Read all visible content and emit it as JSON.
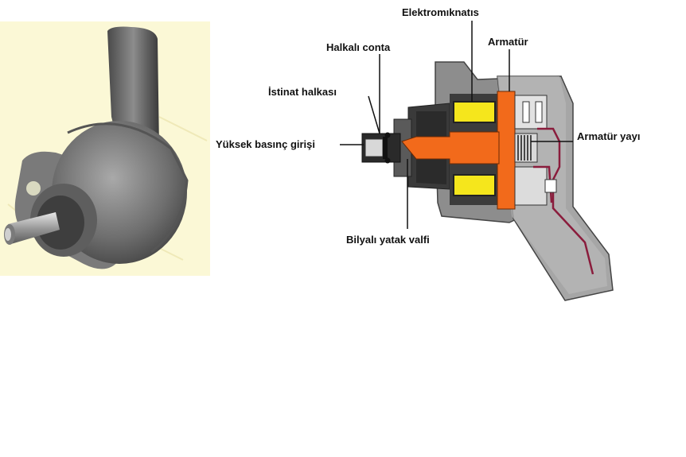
{
  "labels": {
    "electromagnet": "Elektromıknatıs",
    "ring_seal": "Halkalı conta",
    "armature": "Armatür",
    "retaining_ring": "İstinat halkası",
    "high_pressure_inlet": "Yüksek basınç girişi",
    "armature_spring": "Armatür yayı",
    "ball_seat_valve": "Bilyalı yatak valfi"
  },
  "colors": {
    "photo_background": "#fbf8d6",
    "housing_gray": "#8a8a8a",
    "dark_section": "#2a2a2a",
    "armature_orange": "#f26a1b",
    "coil_yellow": "#f5e61c",
    "fluid_line": "#8a1c3c"
  }
}
